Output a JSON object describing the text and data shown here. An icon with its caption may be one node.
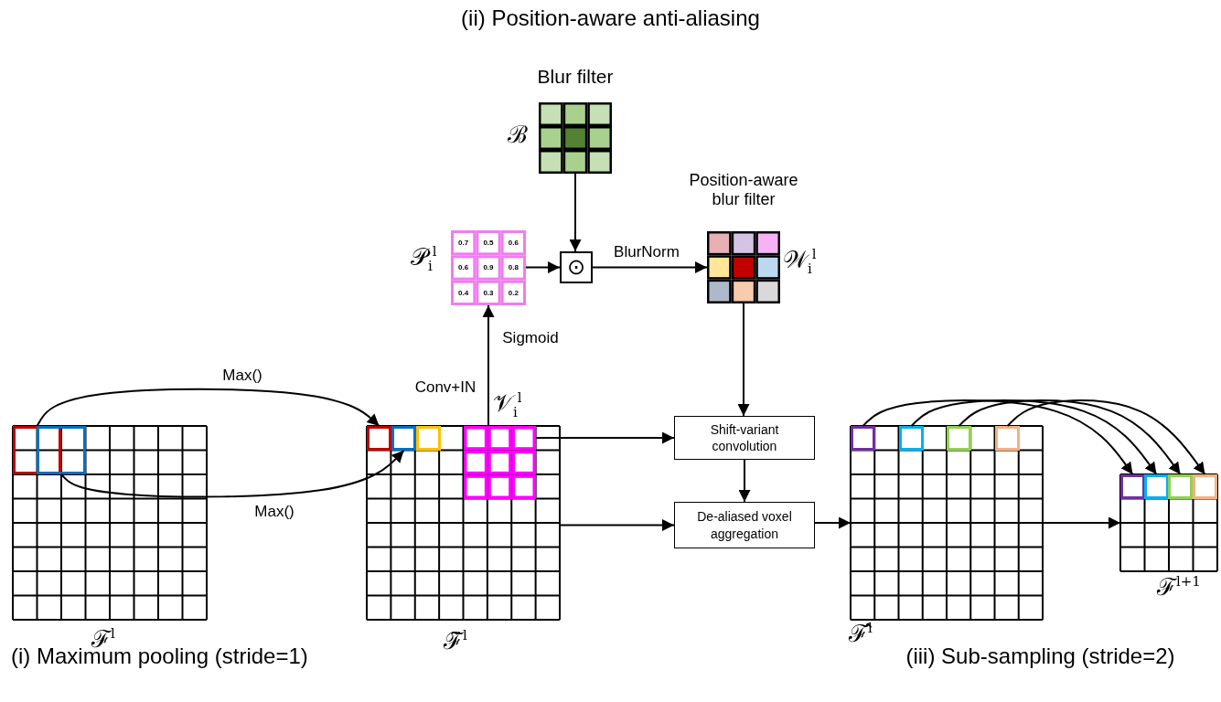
{
  "diagram": {
    "title": "(ii) Position-aware anti-aliasing",
    "nodes": [
      {
        "text": [
          "Blur filter"
        ],
        "beside": [
          "ℬ"
        ]
      },
      {
        "text": [
          "0.7",
          "0.5",
          "0.6",
          "0.6",
          "0.9",
          "0.8",
          "0.4",
          "0.3",
          "0.2"
        ],
        "beside": [
          "𝒫$_{i}$$^{l}$"
        ]
      },
      {
        "text": [
          "⊙"
        ]
      },
      {
        "text": [
          "Position-aware blur filter",
          "𝒲$_{i}$$^{l}$"
        ]
      },
      {
        "text": [
          "ℱ$^{l}$"
        ]
      },
      {
        "text": [],
        "shape": "box",
        "in": 4
      },
      {
        "text": [],
        "shape": "box",
        "in": 4
      },
      {
        "text": [
          "ℱ̃$^{l}$"
        ]
      },
      {
        "text": [],
        "shape": "box",
        "in": 7
      },
      {
        "text": [],
        "shape": "box",
        "in": 7
      },
      {
        "text": [],
        "shape": "box",
        "in": 7
      },
      {
        "text": [
          "𝒱$_{i}$$^{l}$"
        ]
      },
      {
        "text": [
          "Shift-variant convolution"
        ]
      },
      {
        "text": [
          "De-aliased voxel aggregation"
        ]
      },
      {
        "text": [
          "ℱ̂$^{l}$"
        ]
      },
      {
        "text": [],
        "shape": "box",
        "in": 14
      },
      {
        "text": [],
        "shape": "box",
        "in": 14
      },
      {
        "text": [],
        "shape": "box",
        "in": 14
      },
      {
        "text": [],
        "shape": "box",
        "in": 14
      },
      {
        "text": [
          "ℱ$^{l+1}$"
        ]
      },
      {
        "text": [],
        "shape": "box",
        "in": 19
      },
      {
        "text": [],
        "shape": "box",
        "in": 19
      },
      {
        "text": [],
        "shape": "box",
        "in": 19
      },
      {
        "text": [],
        "shape": "box",
        "in": 19
      }
    ],
    "edges": [
      {
        "from": 5,
        "to": 8,
        "arrow": "to",
        "label": "Max()"
      },
      {
        "from": 6,
        "to": 9,
        "arrow": "to",
        "label": "Max()"
      },
      {
        "from": 11,
        "to": 1,
        "arrow": "to",
        "label": "Conv+IN"
      },
      {
        "from": 0,
        "to": 2,
        "arrow": "to"
      },
      {
        "from": 1,
        "to": 2,
        "arrow": "to"
      },
      {
        "from": 2,
        "to": 3,
        "arrow": "to",
        "label": "BlurNorm"
      },
      {
        "from": 3,
        "to": 12,
        "arrow": "to"
      },
      {
        "from": 11,
        "to": 12,
        "arrow": "to"
      },
      {
        "from": 7,
        "to": 13,
        "arrow": "to"
      },
      {
        "from": 12,
        "to": 13,
        "arrow": "to"
      },
      {
        "from": 13,
        "to": 14,
        "arrow": "to"
      },
      {
        "from": 14,
        "to": 19,
        "arrow": "to"
      },
      {
        "from": 15,
        "to": 20,
        "arrow": "to"
      },
      {
        "from": 16,
        "to": 21,
        "arrow": "to"
      },
      {
        "from": 17,
        "to": 22,
        "arrow": "to"
      },
      {
        "from": 18,
        "to": 23,
        "arrow": "to"
      }
    ],
    "labels": [
      "Sigmoid",
      "(i) Maximum pooling (stride=1)",
      "(iii) Sub-sampling (stride=2)"
    ]
  }
}
